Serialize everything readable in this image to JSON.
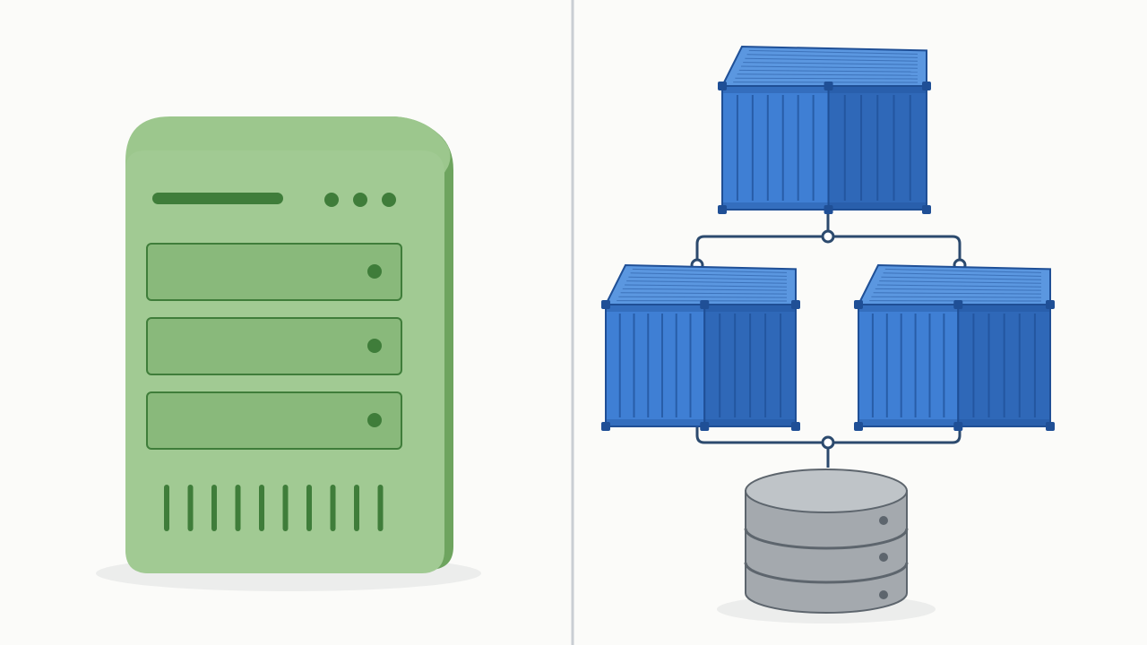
{
  "colors": {
    "background": "#fbfbf9",
    "divider": "#c9ced3",
    "server_body": "#9cc78d",
    "server_front": "#a1ca93",
    "server_side": "#6ea45f",
    "server_detail": "#3f7d3a",
    "bay_fill": "#89b97b",
    "container_front": "#3f7fd4",
    "container_top": "#5b97e0",
    "container_side": "#2f68b8",
    "container_stroke": "#1f4f96",
    "connector": "#2c4a6e",
    "database_body": "#a4a9ae",
    "database_top": "#bfc4c8",
    "database_stroke": "#5d656d",
    "shadow": "#ecedec"
  },
  "icons": {
    "left": "physical-server-icon",
    "right_top": "shipping-container-icon",
    "right_middle_left": "shipping-container-icon",
    "right_middle_right": "shipping-container-icon",
    "right_bottom": "database-icon"
  },
  "server": {
    "drive_bays": 3,
    "status_lights": 3,
    "vent_slots": 10
  }
}
